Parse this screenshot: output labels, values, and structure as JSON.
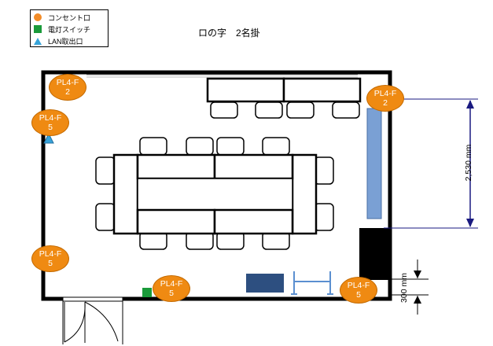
{
  "legend": {
    "outlet_label": "コンセント口",
    "switch_label": "電灯スイッチ",
    "lan_label": "LAN取出口"
  },
  "title": "ロの字　2名掛",
  "outlet_tags": [
    {
      "line1": "PL4-F",
      "line2": "2"
    },
    {
      "line1": "PL4-F",
      "line2": "5"
    },
    {
      "line1": "PL4-F",
      "line2": "2"
    },
    {
      "line1": "PL4-F",
      "line2": "5"
    },
    {
      "line1": "PL4-F",
      "line2": "5"
    },
    {
      "line1": "PL4-F",
      "line2": "5"
    }
  ],
  "dimensions": {
    "right_wall": "2,530 mm",
    "bottom_right": "300 mm"
  },
  "colors": {
    "outlet": "#ef8a12",
    "switch": "#1a9a3a",
    "lan": "#36a3d9",
    "wall": "#000000",
    "cabinet": "#7aa0d4",
    "monitor": "#2d4f80",
    "dimension": "#1a1a80"
  }
}
